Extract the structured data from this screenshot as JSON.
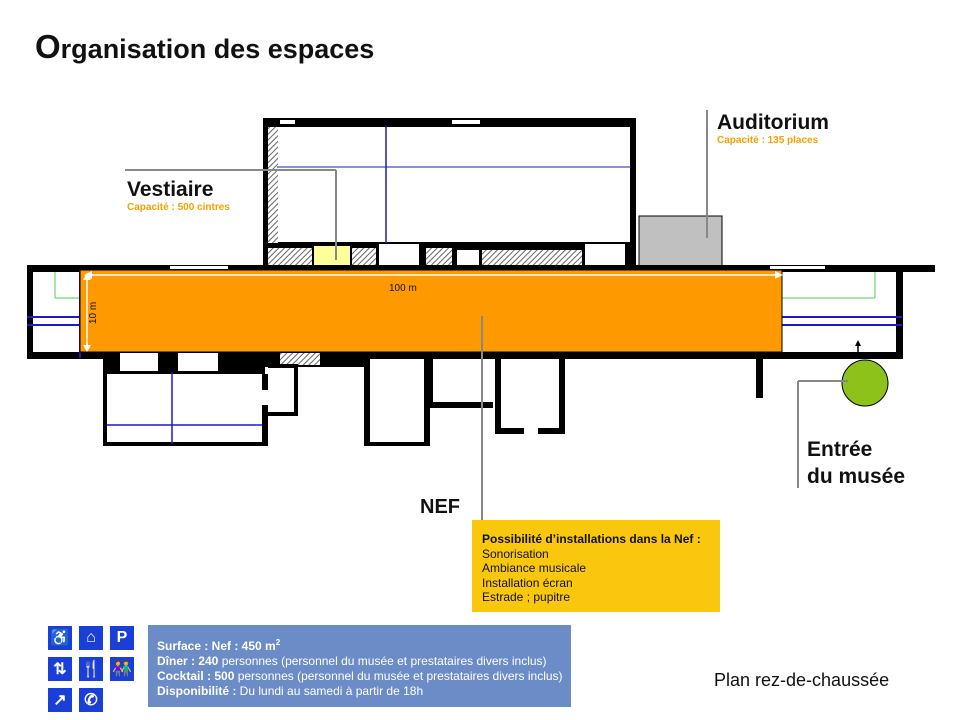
{
  "title": {
    "first_letter": "O",
    "rest": "rganisation des espaces"
  },
  "plan": {
    "dimensions": {
      "length": "100 m",
      "width": "10 m"
    },
    "colors": {
      "nef": "#ff9900",
      "vestiaire": "#ffff99",
      "auditorium": "#c0c0c0",
      "entree": "#8cc21a",
      "walls": "#000000",
      "dimension_lines": "#1a1acc"
    }
  },
  "labels": {
    "vestiaire": {
      "name": "Vestiaire",
      "capacity": "Capacité : 500 cintres"
    },
    "auditorium": {
      "name": "Auditorium",
      "capacity": "Capacité : 135 places"
    },
    "nef": {
      "name": "NEF"
    },
    "entree": {
      "line1": "Entrée",
      "line2": "du musée"
    }
  },
  "nef_box": {
    "heading": "Possibilité d’installations dans la Nef :",
    "items": [
      "Sonorisation",
      "Ambiance musicale",
      "Installation écran",
      "Estrade ; pupitre"
    ]
  },
  "info": {
    "surface": {
      "label": "Surface : Nef : 450 m",
      "sup": "2"
    },
    "diner": {
      "label": "Dîner : 240",
      "text": " personnes  (personnel du musée et prestataires divers inclus)"
    },
    "cocktail": {
      "label": "Cocktail : 500",
      "text": " personnes (personnel du musée et prestataires divers inclus)"
    },
    "disponibilite": {
      "label": "Disponibilité :",
      "text": " Du lundi au samedi à partir de 18h"
    }
  },
  "icons": [
    {
      "name": "wheelchair-icon",
      "glyph": "♿"
    },
    {
      "name": "coat-hanger-icon",
      "glyph": "⌂"
    },
    {
      "name": "parking-icon",
      "glyph": "P"
    },
    {
      "name": "elevator-icon",
      "glyph": "⇅"
    },
    {
      "name": "restaurant-icon",
      "glyph": "🍴"
    },
    {
      "name": "toilets-icon",
      "glyph": "👫"
    },
    {
      "name": "escalator-icon",
      "glyph": "↗"
    },
    {
      "name": "telephone-icon",
      "glyph": "✆"
    }
  ],
  "footer": {
    "plan_name": "Plan rez-de-chaussée"
  }
}
